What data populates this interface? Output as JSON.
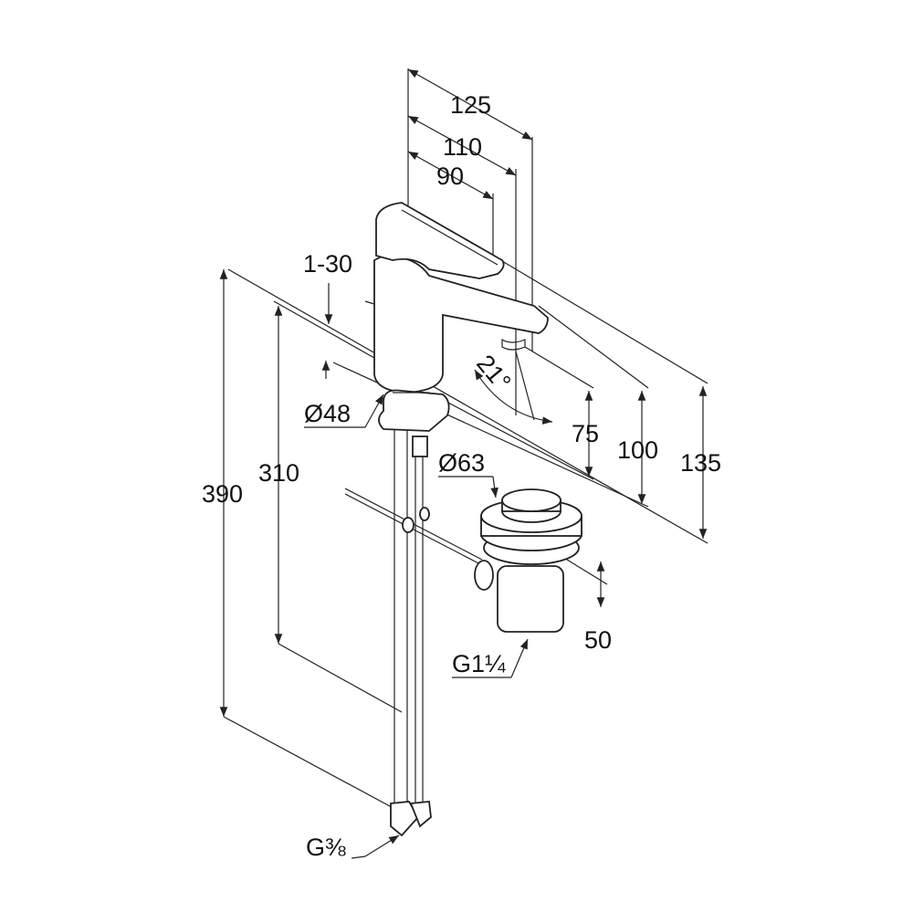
{
  "drawing": {
    "dim_width_overall": "125",
    "dim_width_110": "110",
    "dim_width_90": "90",
    "dim_deck_thickness": "1-30",
    "dim_swivel_angle": "21°",
    "dim_base_diameter": "Ø48",
    "dim_spout_height_75": "75",
    "dim_height_100": "100",
    "dim_height_135": "135",
    "dim_hose_390": "390",
    "dim_hose_310": "310",
    "dim_drain_diameter": "Ø63",
    "dim_drain_height": "50",
    "thread_drain": "G1¼",
    "thread_hose": "G⅜"
  },
  "colors": {
    "line": "#222222",
    "background": "#ffffff"
  }
}
